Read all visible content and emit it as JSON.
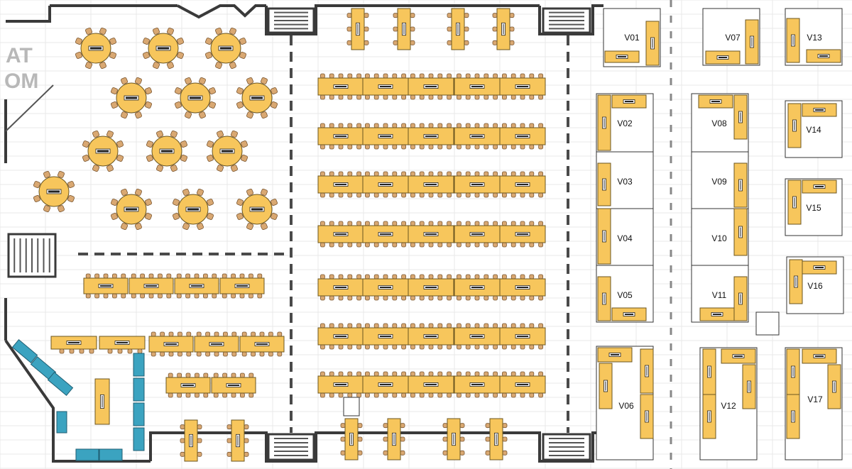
{
  "colors": {
    "table_fill": "#F7C65C",
    "table_stroke": "#6B5520",
    "chair_fill": "#D9A872",
    "chair_stroke": "#7A5630",
    "teal_fill": "#3BA3C0",
    "teal_stroke": "#1F5E72",
    "wall": "#3a3a3a",
    "dash": "#4a4a4a",
    "booth_stroke": "#333333",
    "grid": "#e8e8e8"
  },
  "corner_text": {
    "line1": "AT",
    "line2": "OM"
  },
  "booths": [
    {
      "label": "V01"
    },
    {
      "label": "V02"
    },
    {
      "label": "V03"
    },
    {
      "label": "V04"
    },
    {
      "label": "V05"
    },
    {
      "label": "V06"
    },
    {
      "label": "V07"
    },
    {
      "label": "V08"
    },
    {
      "label": "V09"
    },
    {
      "label": "V10"
    },
    {
      "label": "V11"
    },
    {
      "label": "V12"
    },
    {
      "label": "V13"
    },
    {
      "label": "V14"
    },
    {
      "label": "V15"
    },
    {
      "label": "V16"
    },
    {
      "label": "V17"
    }
  ]
}
